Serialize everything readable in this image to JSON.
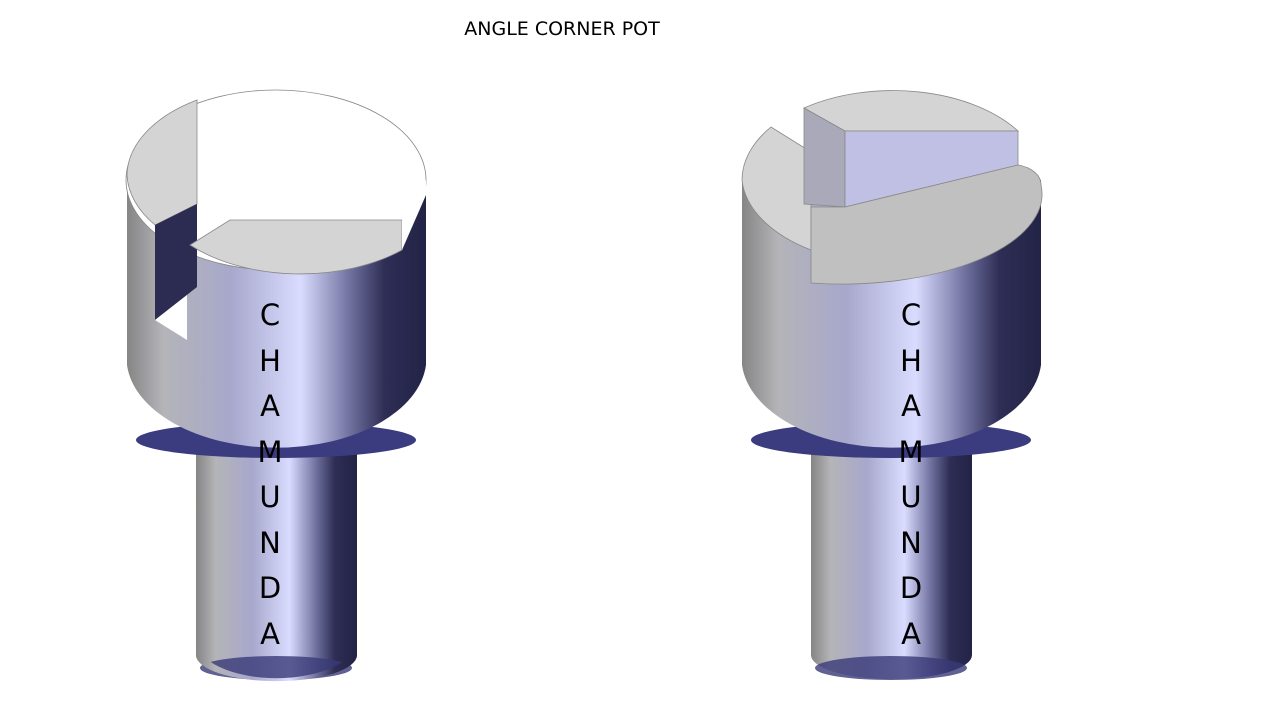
{
  "title": "ANGLE CORNER POT",
  "parts": [
    {
      "label": "CHAMUNDA"
    },
    {
      "label": "CHAMUNDA"
    }
  ],
  "colors": {
    "metal_light": "#d8daff",
    "metal_dark": "#24244a",
    "face_grey": "#d4d4d4",
    "face_blue": "#bfc0e3"
  }
}
